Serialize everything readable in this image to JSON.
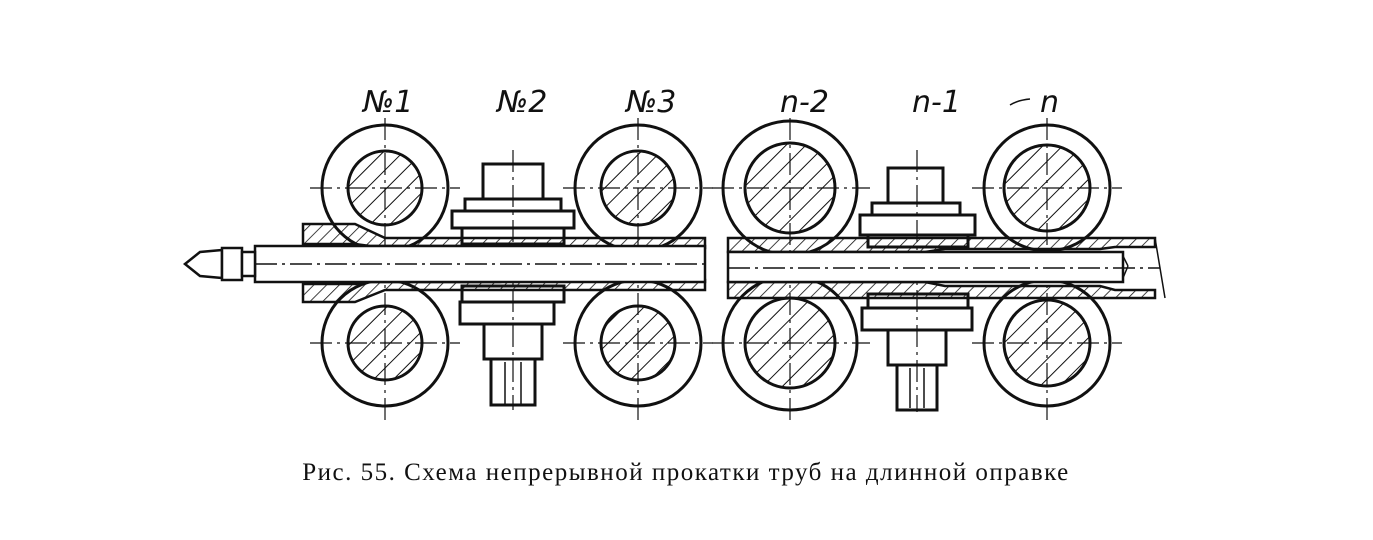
{
  "stands": [
    {
      "label": "№1",
      "type": "horizontal"
    },
    {
      "label": "№2",
      "type": "vertical"
    },
    {
      "label": "№3",
      "type": "horizontal"
    },
    {
      "label": "n-2",
      "type": "horizontal"
    },
    {
      "label": "n-1",
      "type": "vertical"
    },
    {
      "label": "n",
      "type": "horizontal"
    }
  ],
  "caption": "Рис. 55. Схема непрерывной прокатки труб на длинной оправке"
}
